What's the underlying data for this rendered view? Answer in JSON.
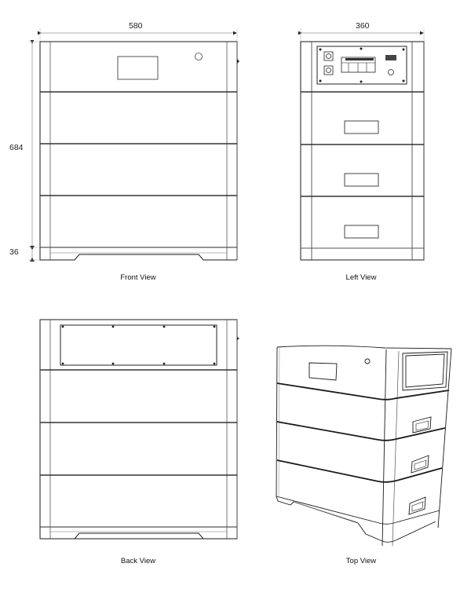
{
  "drawing": {
    "subject": "Stacked battery cabinet (3 modules + control unit)",
    "line_color": "#1a1a1a",
    "thin_line_color": "#6b6b6b",
    "dimension_line_color": "#9a9a9a"
  },
  "dimensions": {
    "width_front": "580",
    "width_side": "360",
    "height_total": "684",
    "height_base": "36"
  },
  "views": [
    {
      "id": "front",
      "label": "Front View"
    },
    {
      "id": "left",
      "label": "Left View"
    },
    {
      "id": "back",
      "label": "Back View"
    },
    {
      "id": "top",
      "label": "Top View"
    }
  ]
}
